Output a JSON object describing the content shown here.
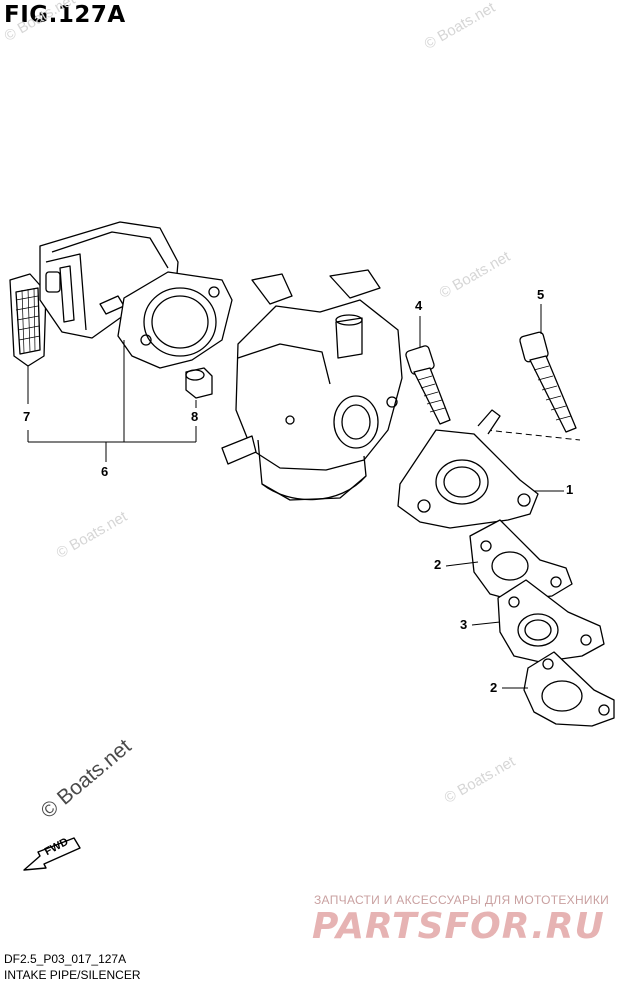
{
  "figure": {
    "title": "FIG.127A",
    "code": "DF2.5_P03_017_127A",
    "caption": "INTAKE PIPE/SILENCER"
  },
  "watermarks": {
    "small": "© Boats.net",
    "large": "© Boats.net"
  },
  "callouts": [
    {
      "id": "1",
      "label": "1"
    },
    {
      "id": "2a",
      "label": "2"
    },
    {
      "id": "2b",
      "label": "2"
    },
    {
      "id": "3",
      "label": "3"
    },
    {
      "id": "4",
      "label": "4"
    },
    {
      "id": "5",
      "label": "5"
    },
    {
      "id": "6",
      "label": "6"
    },
    {
      "id": "7",
      "label": "7"
    },
    {
      "id": "8",
      "label": "8"
    }
  ],
  "direction_marker": {
    "label": "FWD",
    "icon": "fwd-arrow-icon"
  },
  "shop": {
    "tagline": "ЗАПЧАСТИ И АКСЕССУАРЫ ДЛЯ МОТОТЕХНИКИ",
    "logo": "PARTSFOR.RU"
  },
  "colors": {
    "line": "#000000",
    "watermark": "#d6d6d6",
    "shop": "#e6b3b3"
  }
}
